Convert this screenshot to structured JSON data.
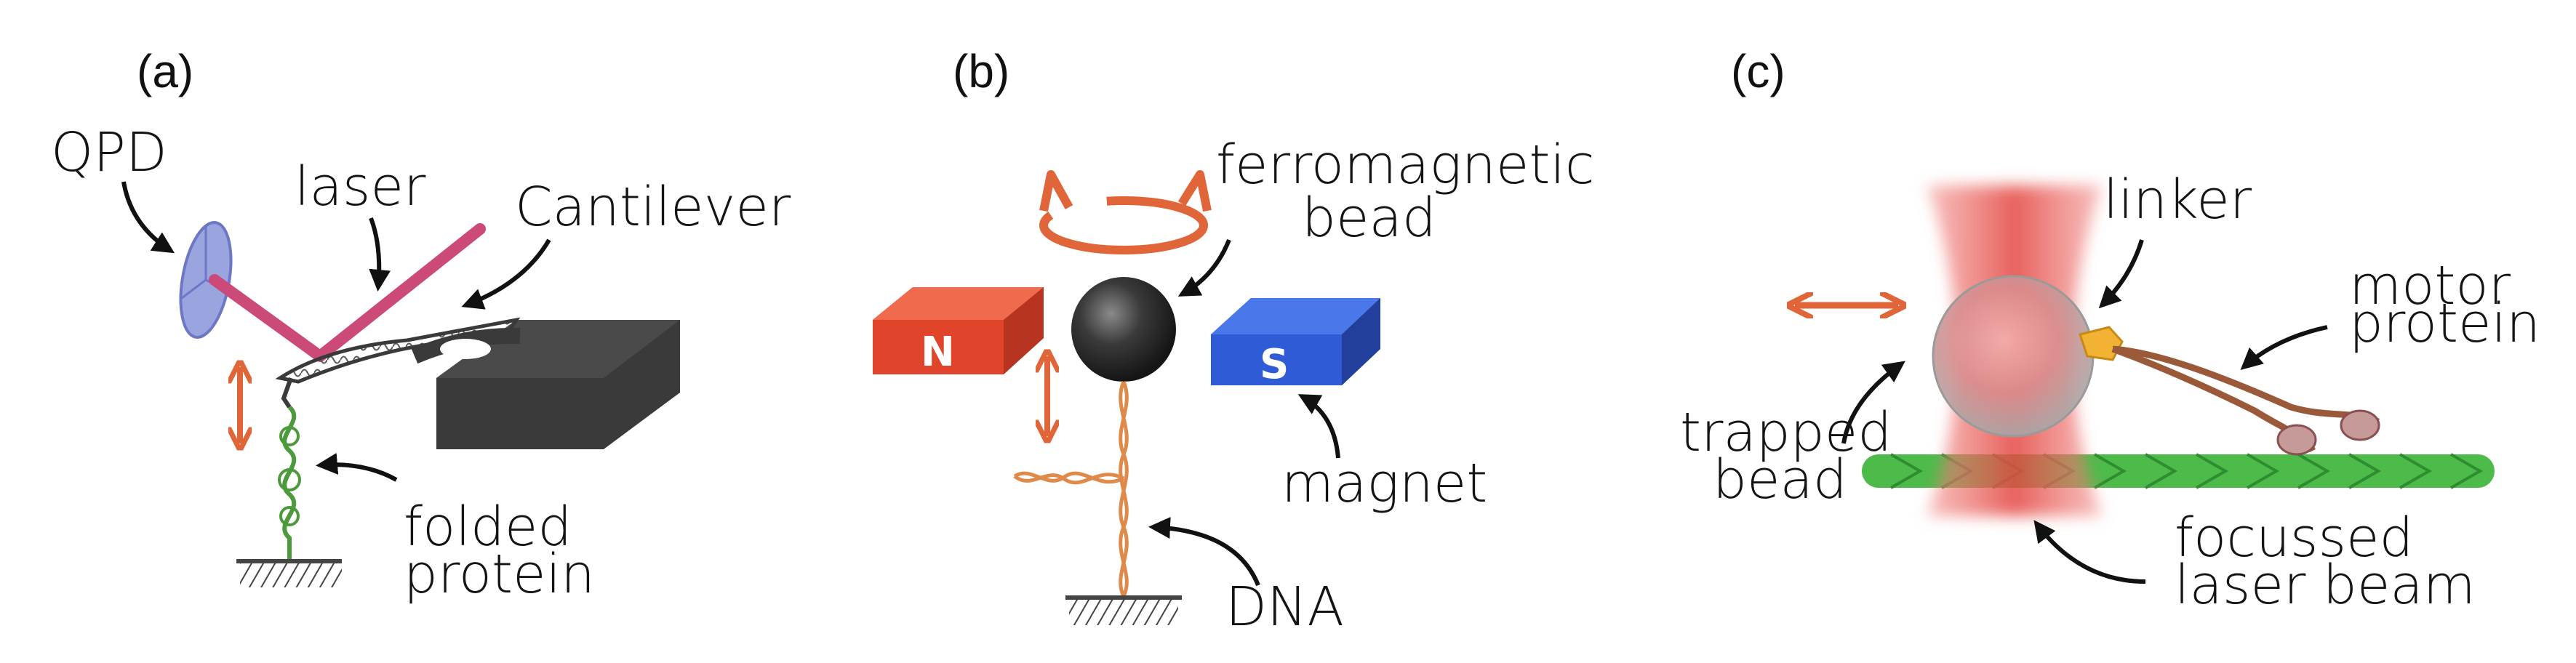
{
  "panels": {
    "a": {
      "tag": "(a)",
      "labels": {
        "qpd": "QPD",
        "laser": "laser",
        "cantilever": "Cantilever",
        "folded": "folded",
        "protein": "protein"
      }
    },
    "b": {
      "tag": "(b)",
      "labels": {
        "ferromagnetic": "ferromagnetic",
        "bead": "bead",
        "north": "N",
        "south": "S",
        "magnet": "magnet",
        "dna": "DNA"
      }
    },
    "c": {
      "tag": "(c)",
      "labels": {
        "linker": "linker",
        "motor": "motor",
        "protein": "protein",
        "trapped": "trapped",
        "bead": "bead",
        "focussed": "focussed",
        "laser_beam": "laser beam"
      }
    }
  },
  "colors": {
    "arrow_orange": "#e0663a",
    "laser_pink": "#cc4a7a",
    "magnet_red": "#e0442a",
    "magnet_blue": "#2f5bd6",
    "cantilever_dark": "#3a3a3a",
    "protein_green": "#4c9a3c",
    "dna_orange": "#e08a4a",
    "trap_red": "#ea5a55",
    "microtubule_green": "#4dbb4a",
    "linker_yellow": "#f2b233",
    "motor_brown": "#9a5a3a"
  }
}
